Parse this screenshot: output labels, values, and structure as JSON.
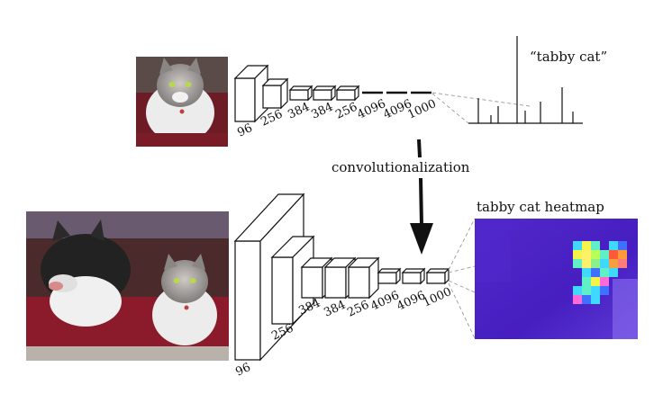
{
  "top": {
    "quote_label": "“tabby cat”",
    "layer_labels": [
      "96",
      "256",
      "384",
      "384",
      "256",
      "4096",
      "4096",
      "1000"
    ]
  },
  "arrow": {
    "label": "convolutionalization"
  },
  "bottom": {
    "heatmap_title": "tabby cat heatmap",
    "layer_labels": [
      "96",
      "256",
      "384",
      "384",
      "256",
      "4096",
      "4096",
      "1000"
    ]
  },
  "colors": {
    "heatmap_base": "#5a2fd0",
    "heatmap_deep": "#3a14b8",
    "cat_fur": "#8e8a88",
    "cat_white": "#eeeeee",
    "sofa_red": "#8b1a2a"
  }
}
